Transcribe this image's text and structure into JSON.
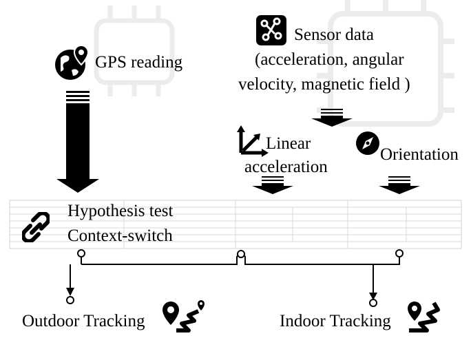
{
  "labels": {
    "gps": "GPS reading",
    "sensor_line1": "Sensor data",
    "sensor_line2": "(acceleration, angular",
    "sensor_line3": "velocity, magnetic field )",
    "linear_line1": "Linear",
    "linear_line2": "acceleration",
    "orientation": "Orientation",
    "hypothesis": "Hypothesis test",
    "context_switch": "Context-switch",
    "outdoor": "Outdoor Tracking",
    "indoor": "Indoor Tracking"
  },
  "icons": {
    "gps": "globe-pin-icon",
    "sensor": "circuit-icon",
    "linear": "axes-arrow-icon",
    "orientation": "compass-icon",
    "hypothesis": "link-arrow-icon",
    "outdoor": "outdoor-route-icon",
    "indoor": "indoor-route-icon",
    "background": "chip-icon"
  },
  "colors": {
    "ink": "#000000",
    "grid": "#d0d0d0",
    "watermark": "#ececec"
  }
}
